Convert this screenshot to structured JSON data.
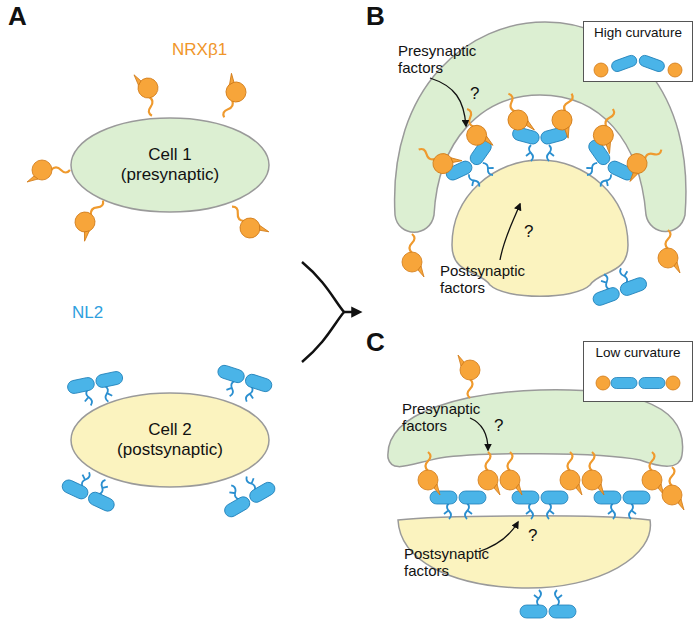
{
  "diagram": {
    "nodes": [
      {
        "text": [
          "Cell 1 (presynaptic)"
        ]
      },
      {
        "text": [
          "Cell 2 (postsynaptic)"
        ]
      },
      {
        "text": [
          "High curvature"
        ]
      },
      {
        "text": [
          "Low curvature"
        ]
      }
    ],
    "labels": [
      "A",
      "NRXβ1",
      "NL2",
      "B",
      "Presynaptic factors",
      "?",
      "Postsynaptic factors",
      "?",
      "C",
      "Presynaptic factors",
      "?",
      "Postsynaptic factors",
      "?"
    ]
  }
}
